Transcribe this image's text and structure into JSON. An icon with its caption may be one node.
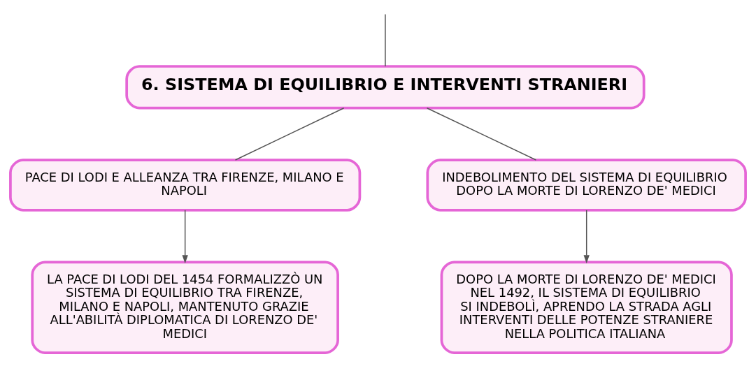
{
  "diagram": {
    "nodes": [
      {
        "text": [
          "6. SISTEMA DI EQUILIBRIO E INTERVENTI STRANIERI"
        ]
      },
      {
        "text": [
          "PACE DI LODI E ALLEANZA TRA FIRENZE, MILANO E NAPOLI"
        ]
      },
      {
        "text": [
          "INDEBOLIMENTO DEL SISTEMA DI EQUILIBRIO DOPO LA MORTE DI LORENZO DE' MEDICI"
        ]
      },
      {
        "text": [
          "LA PACE DI LODI DEL 1454 FORMALIZZÒ UN SISTEMA DI EQUILIBRIO TRA FIRENZE, MILANO E NAPOLI, MANTENUTO GRAZIE ALL'ABILITÀ DIPLOMATICA DI LORENZO DE' MEDICI"
        ]
      },
      {
        "text": [
          "DOPO LA MORTE DI LORENZO DE' MEDICI NEL 1492, IL SISTEMA DI EQUILIBRIO SI INDEBOLÌ, APRENDO LA STRADA AGLI INTERVENTI DELLE POTENZE STRANIERE NELLA POLITICA ITALIANA"
        ]
      }
    ],
    "edges": [
      {
        "from": null,
        "to": 0,
        "arrow": "none"
      },
      {
        "from": 0,
        "to": 1,
        "arrow": "none"
      },
      {
        "from": 0,
        "to": 2,
        "arrow": "none"
      },
      {
        "from": 1,
        "to": 3,
        "arrow": "to"
      },
      {
        "from": 2,
        "to": 4,
        "arrow": "to"
      }
    ]
  }
}
